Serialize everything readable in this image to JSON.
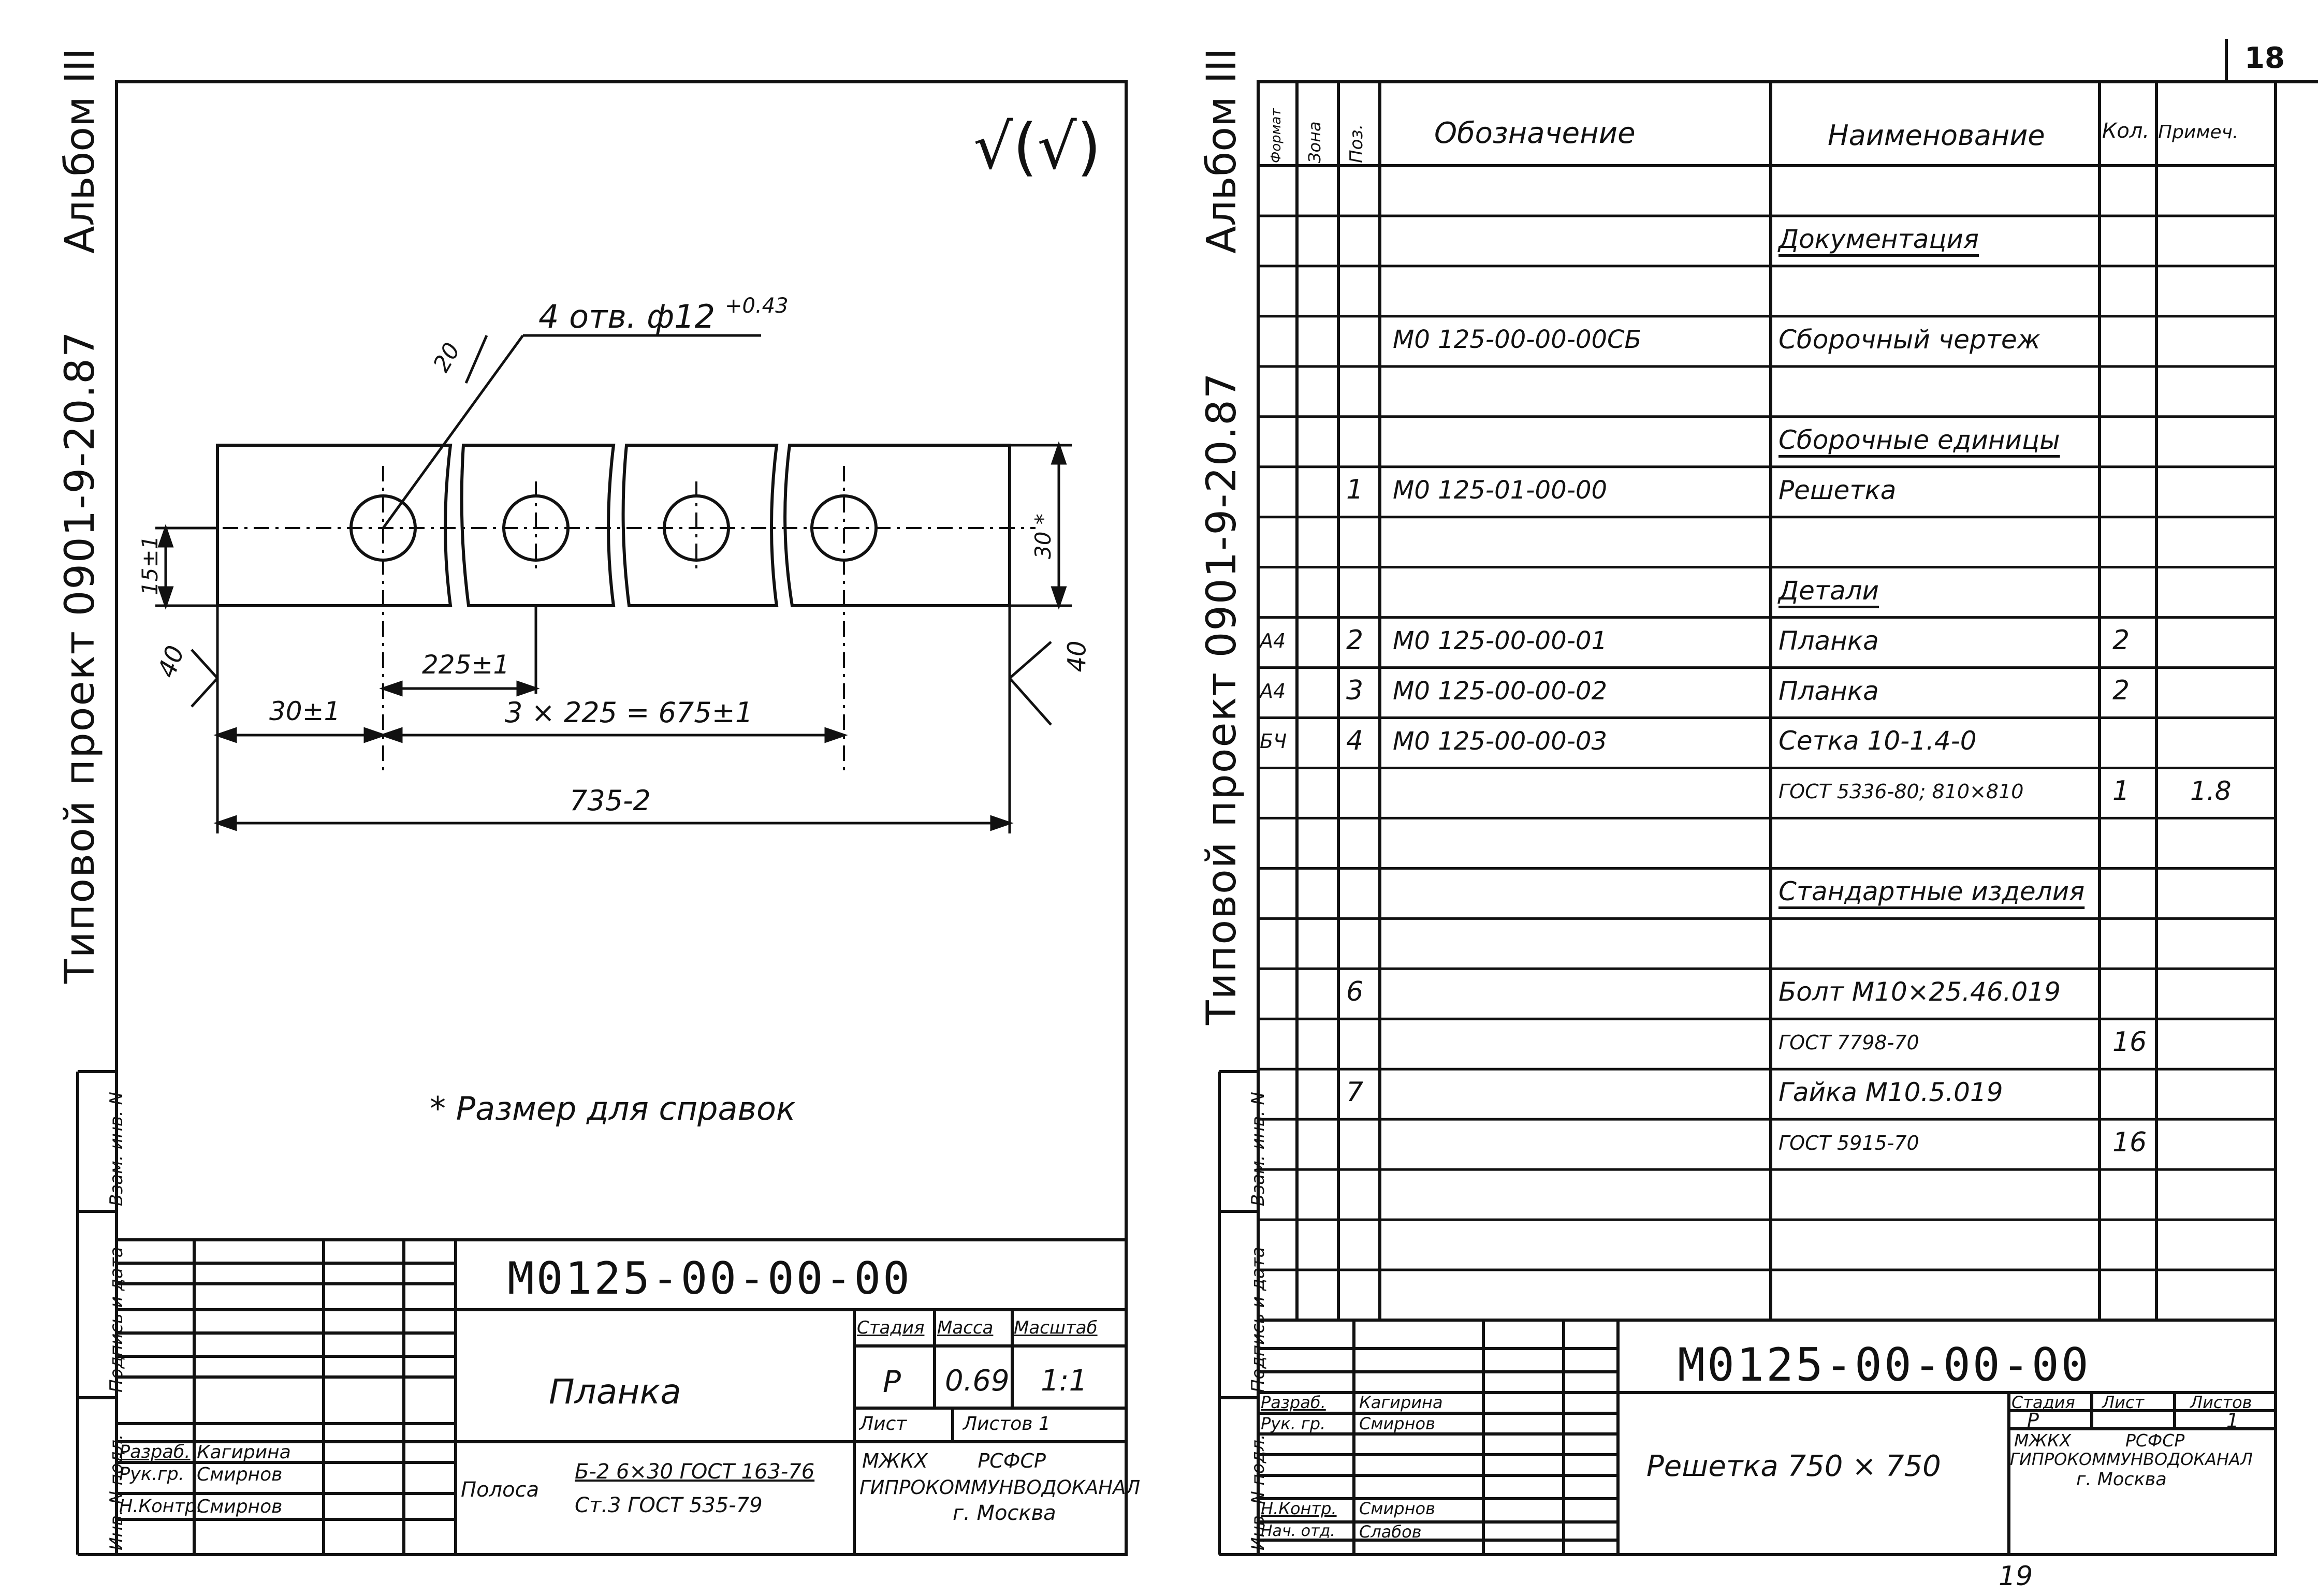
{
  "page_number": "18",
  "page_number_bottom": "19",
  "side_stamp": {
    "project_text": "Типовой проект 0901-9-20.87",
    "album": "Альбом III",
    "inv_podl": "Инв. N подл.",
    "podpis_data": "Подпись и дата",
    "vzam_inv": "Взам. инв. N"
  },
  "left_sheet": {
    "roughness": "√(√)",
    "callout_holes": "4 отв. ф12",
    "callout_tol": "+0.43",
    "dim_20": "20",
    "dim_15": "15±1",
    "dim_30_star": "30 *",
    "dim_40_left": "40",
    "dim_40_right": "40",
    "dim_225": "225±1",
    "dim_30": "30±1",
    "dim_675": "3 × 225 = 675±1",
    "dim_735": "735-2",
    "note": "* Размер для справок",
    "title_block": {
      "designation": "М0125-00-00-00",
      "name": "Планка",
      "stage_header": "Стадия",
      "mass_header": "Масса",
      "scale_header": "Масштаб",
      "stage": "Р",
      "mass": "0.69",
      "scale": "1:1",
      "sheet": "Лист",
      "sheets": "Листов 1",
      "material_label": "Полоса",
      "material_top": "Б-2 6×30 ГОСТ 163-76",
      "material_bottom": "Ст.3 ГОСТ 535-79",
      "org1": "МЖКХ        РСФСР",
      "org2": "ГИПРОКОММУНВОДОКАНАЛ",
      "org3": "г. Москва",
      "role_razrab": "Разраб.",
      "name_razrab": "Кагирина",
      "role_ruk": "Рук.гр.",
      "name_ruk": "Смирнов",
      "role_nkontr": "Н.Контр.",
      "name_nkontr": "Смирнов"
    }
  },
  "right_sheet": {
    "headers": {
      "format": "Формат",
      "zone": "Зона",
      "pos": "Поз.",
      "designation": "Обозначение",
      "name": "Наименование",
      "qty": "Кол.",
      "note": "Примеч."
    },
    "rows": [
      {
        "fmt": "",
        "pos": "",
        "des": "",
        "name": "",
        "qty": "",
        "note": "",
        "u": false
      },
      {
        "fmt": "",
        "pos": "",
        "des": "",
        "name": "Документация",
        "qty": "",
        "note": "",
        "u": true
      },
      {
        "fmt": "",
        "pos": "",
        "des": "",
        "name": "",
        "qty": "",
        "note": "",
        "u": false
      },
      {
        "fmt": "",
        "pos": "",
        "des": "М0 125-00-00-00СБ",
        "name": "Сборочный чертеж",
        "qty": "",
        "note": "",
        "u": false
      },
      {
        "fmt": "",
        "pos": "",
        "des": "",
        "name": "",
        "qty": "",
        "note": "",
        "u": false
      },
      {
        "fmt": "",
        "pos": "",
        "des": "",
        "name": "Сборочные единицы",
        "qty": "",
        "note": "",
        "u": true
      },
      {
        "fmt": "",
        "pos": "1",
        "des": "М0 125-01-00-00",
        "name": "Решетка",
        "qty": "",
        "note": "",
        "u": false
      },
      {
        "fmt": "",
        "pos": "",
        "des": "",
        "name": "",
        "qty": "",
        "note": "",
        "u": false
      },
      {
        "fmt": "",
        "pos": "",
        "des": "",
        "name": "Детали",
        "qty": "",
        "note": "",
        "u": true
      },
      {
        "fmt": "А4",
        "pos": "2",
        "des": "М0 125-00-00-01",
        "name": "Планка",
        "qty": "2",
        "note": "",
        "u": false
      },
      {
        "fmt": "А4",
        "pos": "3",
        "des": "М0 125-00-00-02",
        "name": "Планка",
        "qty": "2",
        "note": "",
        "u": false
      },
      {
        "fmt": "БЧ",
        "pos": "4",
        "des": "М0 125-00-00-03",
        "name": "Сетка 10-1.4-0",
        "qty": "",
        "note": "",
        "u": false
      },
      {
        "fmt": "",
        "pos": "",
        "des": "",
        "name": "ГОСТ 5336-80; 810×810",
        "qty": "1",
        "note": "1.8",
        "u": false
      },
      {
        "fmt": "",
        "pos": "",
        "des": "",
        "name": "",
        "qty": "",
        "note": "",
        "u": false
      },
      {
        "fmt": "",
        "pos": "",
        "des": "",
        "name": "Стандартные изделия",
        "qty": "",
        "note": "",
        "u": true
      },
      {
        "fmt": "",
        "pos": "",
        "des": "",
        "name": "",
        "qty": "",
        "note": "",
        "u": false
      },
      {
        "fmt": "",
        "pos": "6",
        "des": "",
        "name": "Болт М10×25.46.019",
        "qty": "",
        "note": "",
        "u": false
      },
      {
        "fmt": "",
        "pos": "",
        "des": "",
        "name": "ГОСТ 7798-70",
        "qty": "16",
        "note": "",
        "u": false
      },
      {
        "fmt": "",
        "pos": "7",
        "des": "",
        "name": "Гайка М10.5.019",
        "qty": "",
        "note": "",
        "u": false
      },
      {
        "fmt": "",
        "pos": "",
        "des": "",
        "name": "ГОСТ 5915-70",
        "qty": "16",
        "note": "",
        "u": false
      },
      {
        "fmt": "",
        "pos": "",
        "des": "",
        "name": "",
        "qty": "",
        "note": "",
        "u": false
      },
      {
        "fmt": "",
        "pos": "",
        "des": "",
        "name": "",
        "qty": "",
        "note": "",
        "u": false
      },
      {
        "fmt": "",
        "pos": "",
        "des": "",
        "name": "",
        "qty": "",
        "note": "",
        "u": false
      }
    ],
    "title_block": {
      "designation": "М0125-00-00-00",
      "name": "Решетка 750 × 750",
      "stage_header": "Стадия",
      "sheet_header": "Лист",
      "sheets_header": "Листов",
      "stage": "Р",
      "sheets": "1",
      "org1": "МЖКХ          РСФСР",
      "org2": "ГИПРОКОММУНВОДОКАНАЛ",
      "org3": "г. Москва",
      "role_razrab": "Разраб.",
      "name_razrab": "Кагирина",
      "role_ruk": "Рук. гр.",
      "name_ruk": "Смирнов",
      "role_nkontr": "Н.Контр.",
      "name_nkontr": "Смирнов",
      "role_nach": "Нач. отд.",
      "name_nach": "Слабов"
    }
  }
}
